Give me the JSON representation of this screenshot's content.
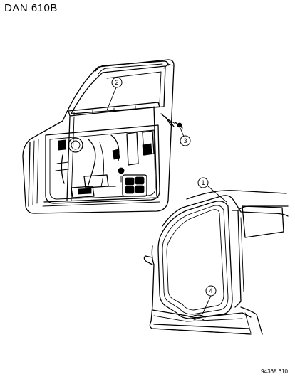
{
  "header": {
    "diagram_code": "DAN  610B"
  },
  "footer": {
    "figure_number": "94368 610"
  },
  "callouts": [
    {
      "id": "callout-1",
      "label": "1"
    },
    {
      "id": "callout-2",
      "label": "2"
    },
    {
      "id": "callout-3",
      "label": "3"
    },
    {
      "id": "callout-4",
      "label": "4"
    }
  ]
}
